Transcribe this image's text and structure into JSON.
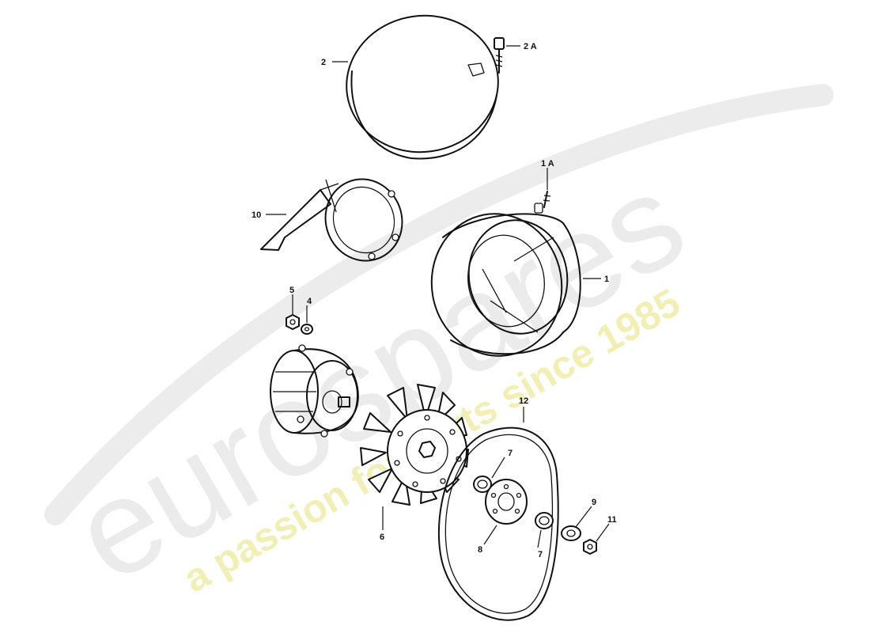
{
  "watermark": {
    "brand": "eurospares",
    "tagline": "a passion for parts since 1985",
    "brand_color": "#e6e6e6",
    "tagline_color": "#f0eeb0"
  },
  "callouts": {
    "p1": "1",
    "p1a": "1 A",
    "p2": "2",
    "p2a": "2 A",
    "p4": "4",
    "p5": "5",
    "p6": "6",
    "p7a": "7",
    "p7b": "7",
    "p8": "8",
    "p9": "9",
    "p10": "10",
    "p11": "11",
    "p12": "12"
  }
}
